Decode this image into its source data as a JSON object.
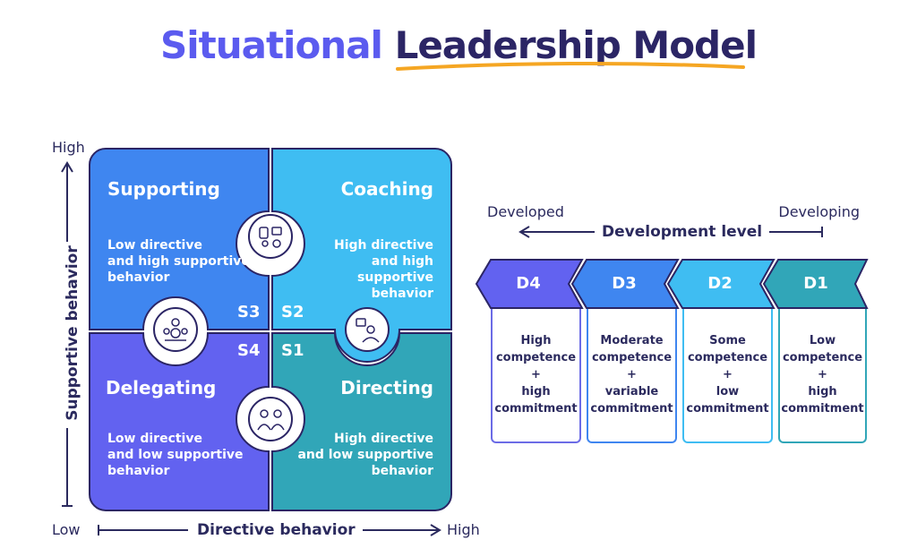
{
  "title": {
    "part1": "Situational",
    "part2": "Leadership Model"
  },
  "quadrants": [
    {
      "title": "Supporting",
      "desc1": "Low directive",
      "desc2": "and high supportive",
      "desc3": "behavior",
      "code": "S3",
      "color": "#3f86f0"
    },
    {
      "title": "Coaching",
      "desc1": "High directive",
      "desc2": "and high supportive",
      "desc3": "behavior",
      "code": "S2",
      "color": "#3fbdf2"
    },
    {
      "title": "Delegating",
      "desc1": "Low directive",
      "desc2": "and low supportive",
      "desc3": "behavior",
      "code": "S4",
      "color": "#6262f0"
    },
    {
      "title": "Directing",
      "desc1": "High directive",
      "desc2": "and low supportive",
      "desc3": "behavior",
      "code": "S1",
      "color": "#31a6b8"
    }
  ],
  "axes": {
    "y_high": "High",
    "y_label": "Supportive behavior",
    "x_low": "Low",
    "x_label": "Directive behavior",
    "x_high": "High"
  },
  "development": {
    "left": "Developed",
    "right": "Developing",
    "label": "Development level",
    "levels": [
      {
        "code": "D4",
        "line1": "High",
        "line2": "competence",
        "line3": "+",
        "line4": "high",
        "line5": "commitment",
        "color": "#6262f0",
        "border": "#6b6be6"
      },
      {
        "code": "D3",
        "line1": "Moderate",
        "line2": "competence",
        "line3": "+",
        "line4": "variable",
        "line5": "commitment",
        "color": "#3f86f0",
        "border": "#3f86f0"
      },
      {
        "code": "D2",
        "line1": "Some",
        "line2": "competence",
        "line3": "+",
        "line4": "low",
        "line5": "commitment",
        "color": "#3fbdf2",
        "border": "#3fbdf2"
      },
      {
        "code": "D1",
        "line1": "Low",
        "line2": "competence",
        "line3": "+",
        "line4": "high",
        "line5": "commitment",
        "color": "#31a6b8",
        "border": "#31a6b8"
      }
    ]
  },
  "icons": [
    "stakeholders-icon",
    "coach-icon",
    "team-icon",
    "mentor-icon"
  ]
}
